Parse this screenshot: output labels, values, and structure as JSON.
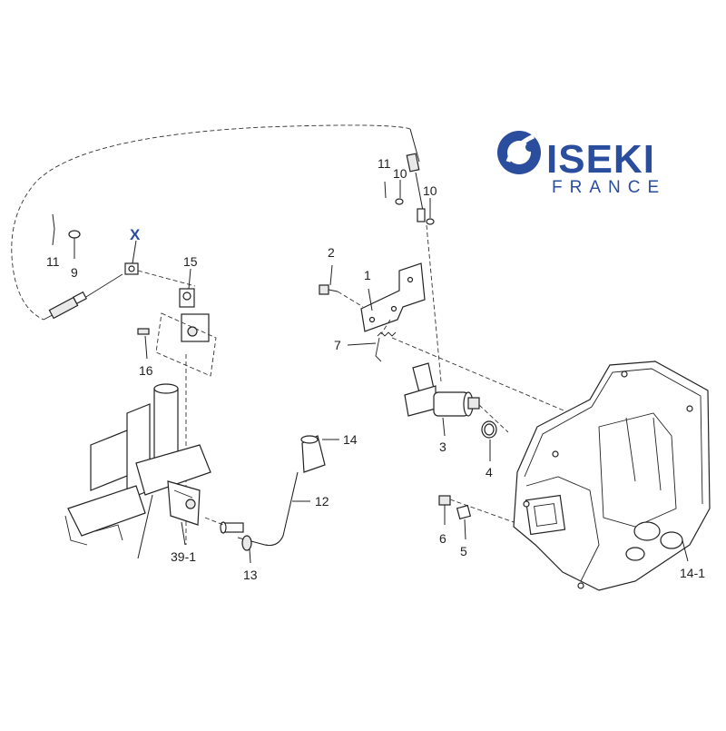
{
  "brand": {
    "name": "ISEKI",
    "subtitle": "FRANCE",
    "color": "#2a4d9e"
  },
  "marker": {
    "label": "X",
    "color": "#2a4d9e"
  },
  "callouts": [
    {
      "id": "c11a",
      "text": "11"
    },
    {
      "id": "c9",
      "text": "9"
    },
    {
      "id": "c15",
      "text": "15"
    },
    {
      "id": "c16",
      "text": "16"
    },
    {
      "id": "c11b",
      "text": "11"
    },
    {
      "id": "c10a",
      "text": "10"
    },
    {
      "id": "c10b",
      "text": "10"
    },
    {
      "id": "c2",
      "text": "2"
    },
    {
      "id": "c1",
      "text": "1"
    },
    {
      "id": "c7",
      "text": "7"
    },
    {
      "id": "c3",
      "text": "3"
    },
    {
      "id": "c4",
      "text": "4"
    },
    {
      "id": "c14",
      "text": "14"
    },
    {
      "id": "c12",
      "text": "12"
    },
    {
      "id": "c39",
      "text": "39-1"
    },
    {
      "id": "c13",
      "text": "13"
    },
    {
      "id": "c6",
      "text": "6"
    },
    {
      "id": "c5",
      "text": "5"
    },
    {
      "id": "c141",
      "text": "14-1"
    }
  ]
}
